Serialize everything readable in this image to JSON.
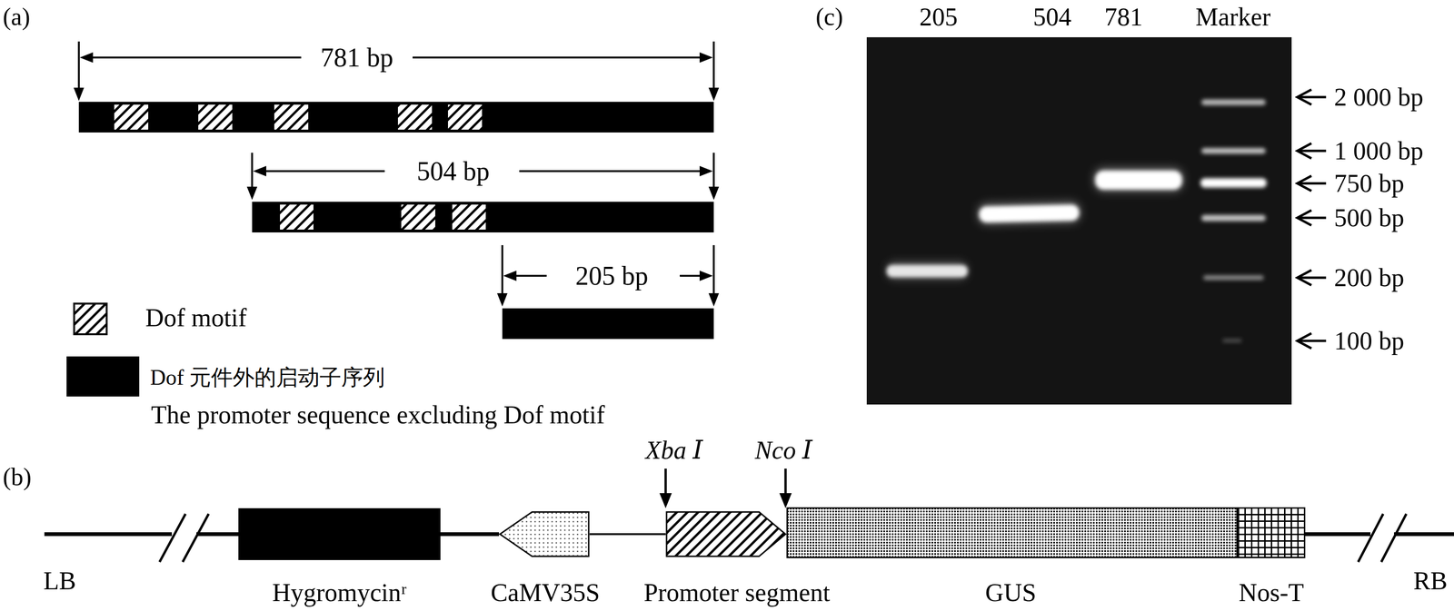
{
  "diagram": {
    "nodes": [
      {
        "text": [
          "Hygromycinʳ"
        ]
      },
      {
        "text": [
          "CaMV35S"
        ]
      },
      {
        "text": [
          "Promoter segment"
        ]
      },
      {
        "text": [
          "GUS"
        ]
      },
      {
        "text": [
          "Nos-T"
        ]
      }
    ],
    "edges": [
      {
        "from": 0,
        "to": 1,
        "arrow": "none"
      },
      {
        "from": 1,
        "to": 2,
        "arrow": "none"
      }
    ],
    "labels": [
      "(a)",
      "781 bp",
      "504 bp",
      "205 bp",
      "The promoter sequence excluding Dof motif",
      "(b)",
      "Xba Ⅰ",
      "Nco Ⅰ",
      "LB",
      "RB",
      "(c)",
      "205",
      "504",
      "781",
      "Marker",
      "2 000 bp",
      "1 000 bp",
      "750 bp",
      "500 bp",
      "200 bp",
      "100 bp"
    ],
    "legend": [
      {
        "text": "Dof motif"
      },
      {
        "text": "Dof 元件外的启动子序列",
        "color": "#000000"
      }
    ]
  }
}
